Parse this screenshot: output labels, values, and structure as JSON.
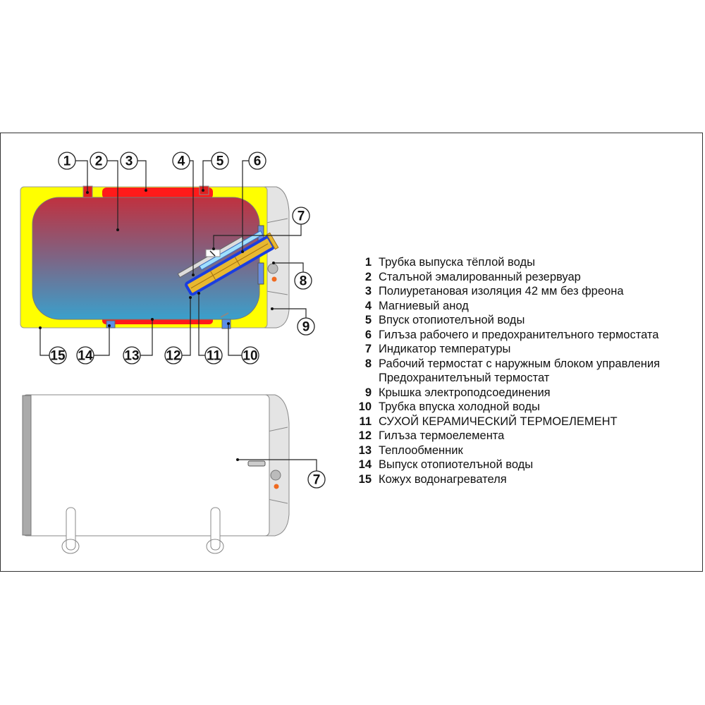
{
  "callouts_top": [
    "1",
    "2",
    "3",
    "4",
    "5",
    "6",
    "7",
    "8",
    "9",
    "10",
    "11",
    "12",
    "13",
    "14",
    "15"
  ],
  "callout_bottom": "7",
  "legend": [
    {
      "num": "1",
      "text": "Трубка выпуска тёплой воды"
    },
    {
      "num": "2",
      "text": "Сталъной эмалированный резервуар"
    },
    {
      "num": "3",
      "text": "Полиуретановая изоляция 42 мм без фреона"
    },
    {
      "num": "4",
      "text": "Магниевый анод"
    },
    {
      "num": "5",
      "text": "Впуск отопиотелъной воды"
    },
    {
      "num": "6",
      "text": "Гилъза рабочего и предохранителъного термостата"
    },
    {
      "num": "7",
      "text": "Индикатор температуры"
    },
    {
      "num": "8",
      "text": "Рабочий термостат с наружным блоком управления"
    },
    {
      "num": "",
      "text": "Предохранителъный термостат"
    },
    {
      "num": "9",
      "text": "Крышка электроподсоединения"
    },
    {
      "num": "10",
      "text": "Трубка впуска холодной воды"
    },
    {
      "num": "11",
      "text": "СУХОЙ КЕРАМИЧЕСКИЙ ТЕРМОЕЛЕМЕНТ"
    },
    {
      "num": "12",
      "text": "Гилъза термоелемента"
    },
    {
      "num": "13",
      "text": "Теплообменник"
    },
    {
      "num": "14",
      "text": "Выпуск отопиотелъной воды"
    },
    {
      "num": "15",
      "text": "Кожух водонагревателя"
    }
  ],
  "colors": {
    "insulation": "#ffff00",
    "hot": "#c0313f",
    "cold": "#3a9cc8",
    "exchanger": "#ff1a1a",
    "cap": "#e4e4e4",
    "sheath": "#1a3ee0",
    "element": "#e8b830"
  }
}
